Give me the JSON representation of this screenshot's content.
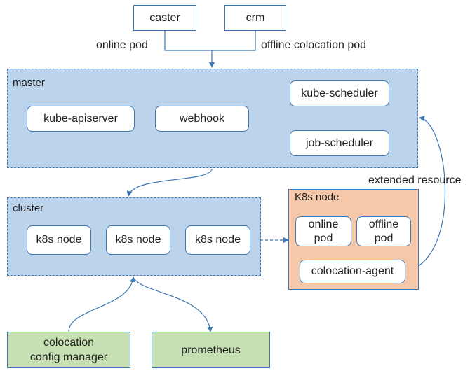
{
  "sources": {
    "caster": "caster",
    "crm": "crm",
    "online_pod_label": "online pod",
    "offline_pod_label": "offline colocation pod"
  },
  "master": {
    "label": "master",
    "apiserver": "kube-apiserver",
    "webhook": "webhook",
    "kube_scheduler": "kube-scheduler",
    "job_scheduler": "job-scheduler"
  },
  "cluster": {
    "label": "cluster",
    "nodes": [
      "k8s node",
      "k8s node",
      "k8s node"
    ]
  },
  "k8s_node": {
    "label": "K8s node",
    "online_pod_line1": "online",
    "online_pod_line2": "pod",
    "offline_pod_line1": "offline",
    "offline_pod_line2": "pod",
    "agent": "colocation-agent"
  },
  "extended_resource_label": "extended resource",
  "bottom": {
    "config_manager_line1": "colocation",
    "config_manager_line2": "config manager",
    "prometheus": "prometheus"
  },
  "colors": {
    "region_fill": "#bcd3ec",
    "line": "#3b78b4",
    "node_fill": "#f6c8aa",
    "green_fill": "#c6e0b4"
  }
}
